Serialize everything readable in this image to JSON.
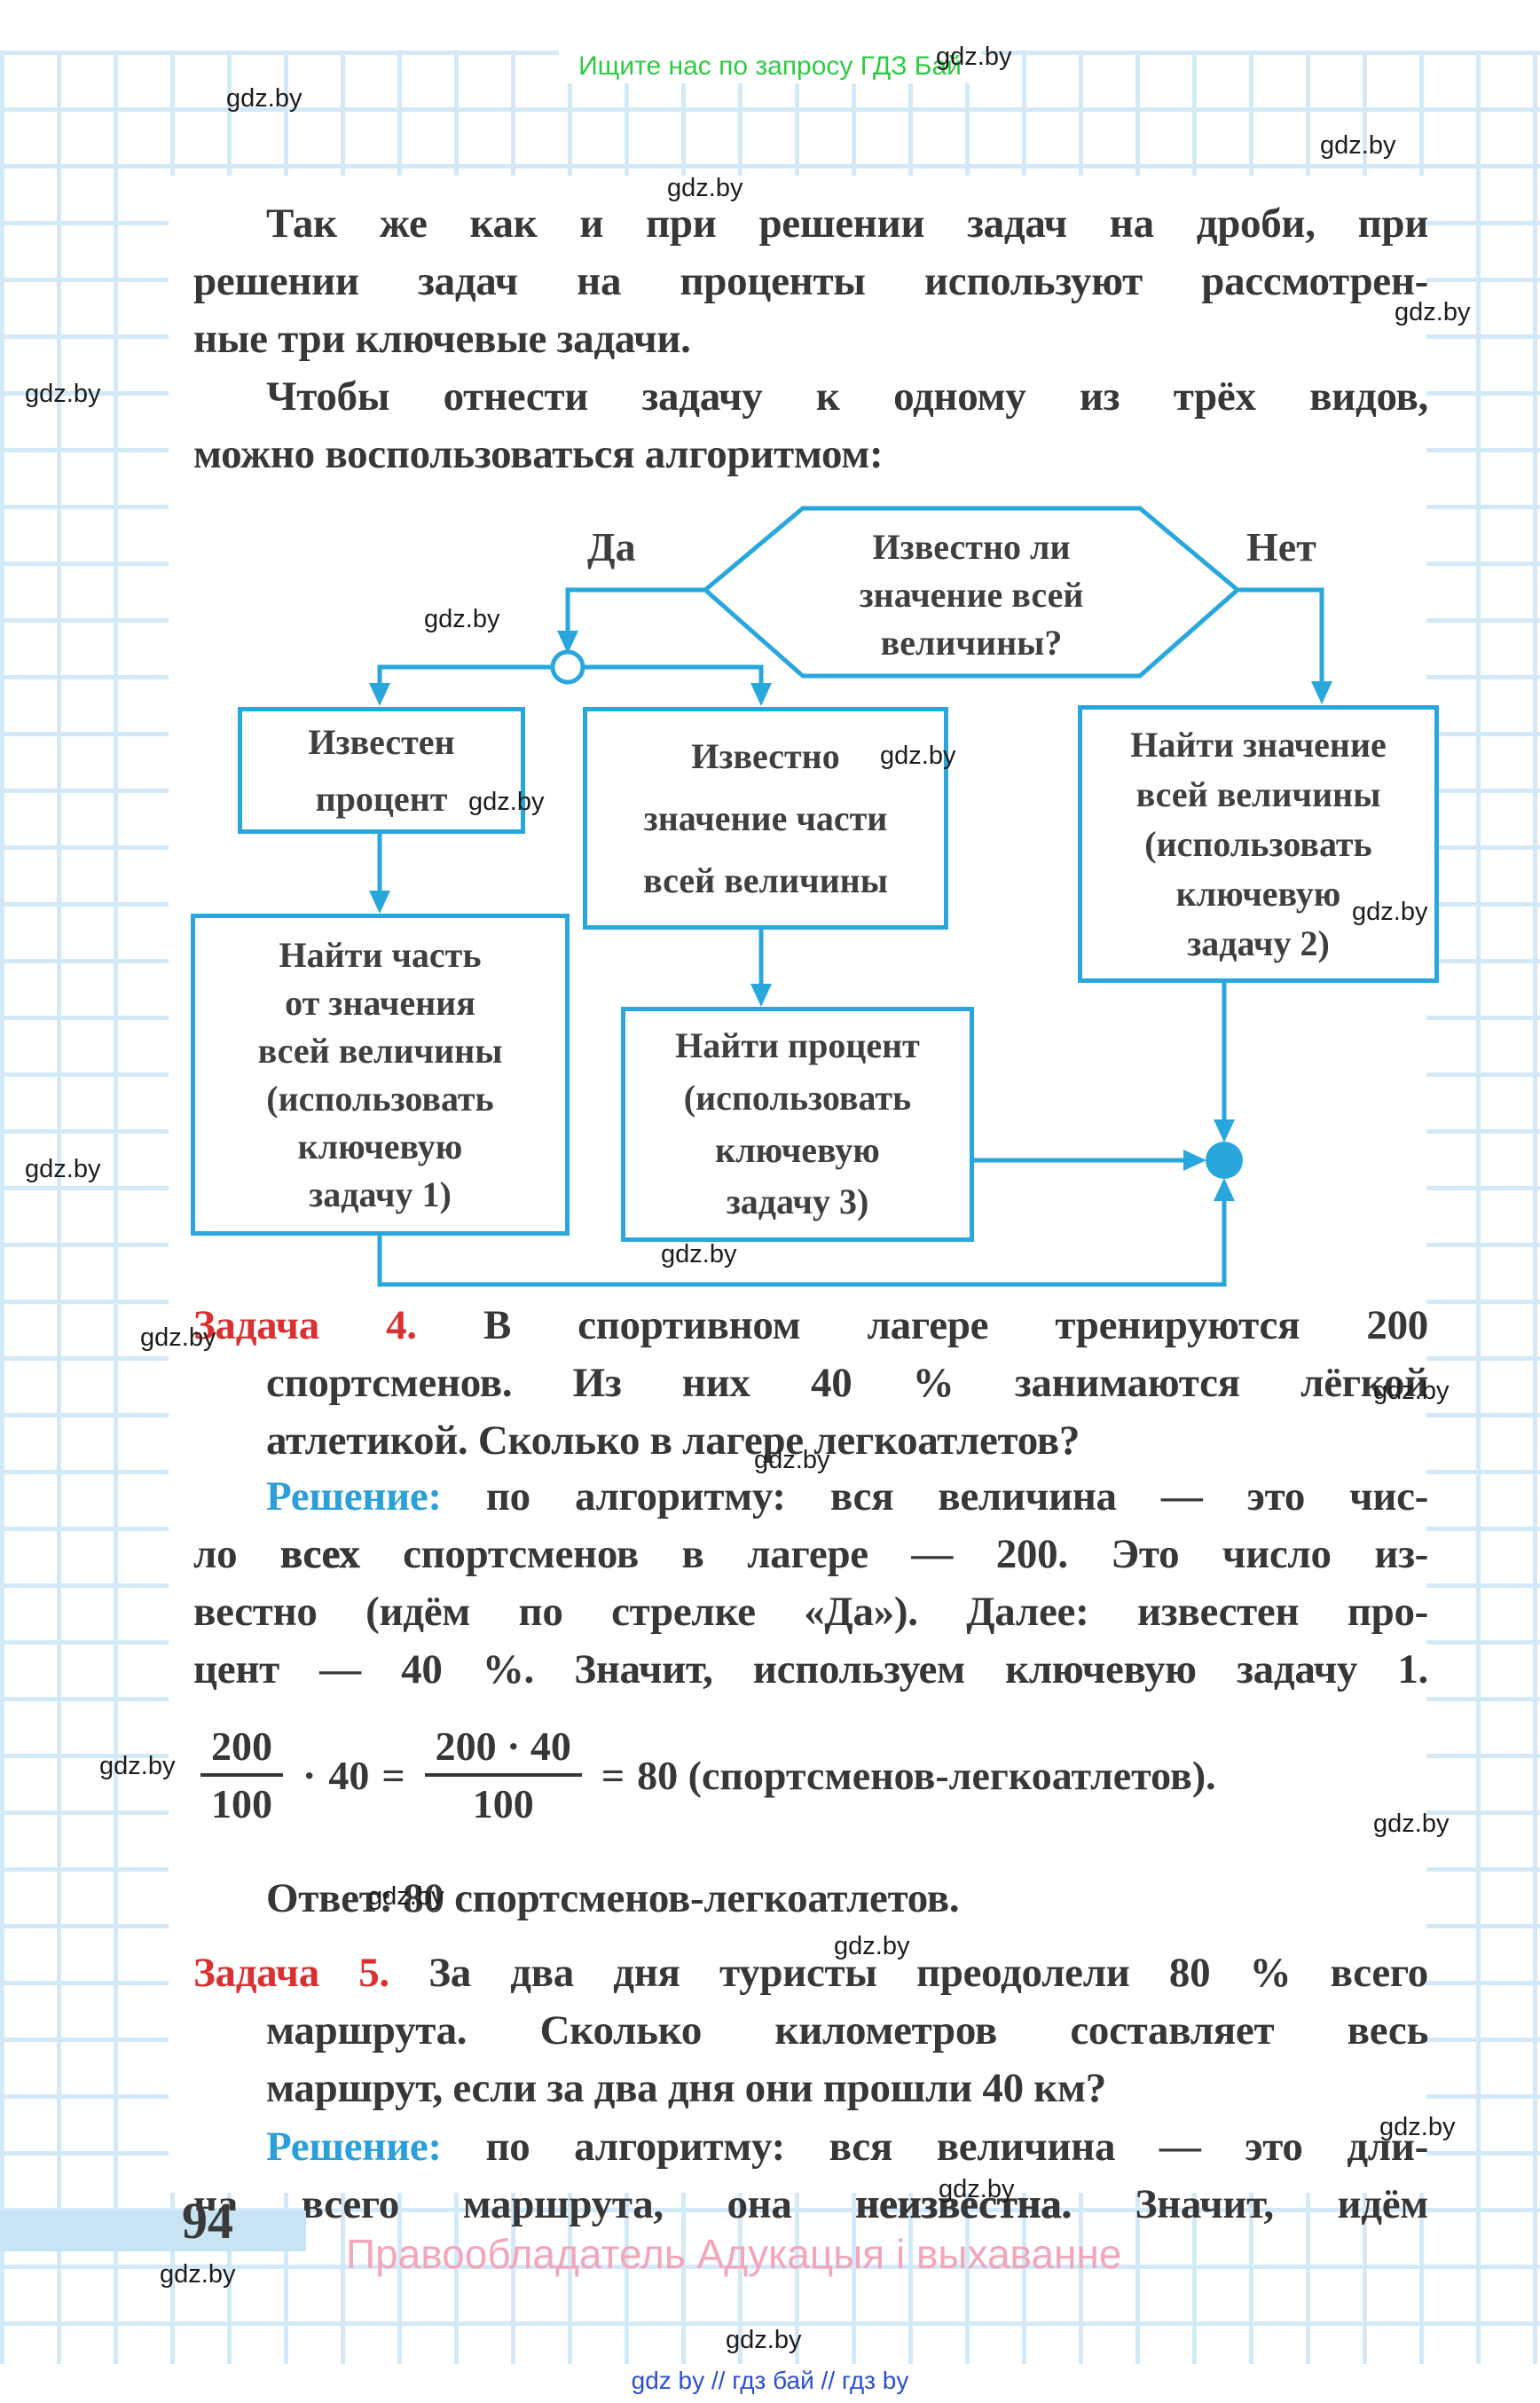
{
  "promo": {
    "text": "Ищите нас по запросу ГДЗ Бай",
    "color": "#2fca44"
  },
  "watermark_text": "gdz.by",
  "intro": {
    "l1": "Так же как и при решении задач на дроби, при",
    "l2": "решении задач на проценты используют рассмотрен-",
    "l3": "ные три ключевые задачи.",
    "l4": "Чтобы отнести задачу к одному из трёх видов,",
    "l5": "можно воспользоваться алгоритмом:"
  },
  "flowchart": {
    "accent_color": "#29a7dd",
    "yes_label": "Да",
    "no_label": "Нет",
    "decision_lines": [
      "Известно ли",
      "значение всей",
      "величины?"
    ],
    "box_known_percent_lines": [
      "Известен",
      "процент"
    ],
    "box_known_part_lines": [
      "Известно",
      "значение части",
      "всей величины"
    ],
    "box_find_whole_lines": [
      "Найти значение",
      "всей величины",
      "(использовать",
      "ключевую",
      "задачу 2)"
    ],
    "box_find_part_lines": [
      "Найти часть",
      "от значения",
      "всей величины",
      "(использовать",
      "ключевую",
      "задачу 1)"
    ],
    "box_find_percent_lines": [
      "Найти процент",
      "(использовать",
      "ключевую",
      "задачу 3)"
    ]
  },
  "task4": {
    "label": "Задача 4.",
    "l1_rest": "В спортивном лагере тренируются 200",
    "l2": "спортсменов. Из них 40 % занимаются лёгкой",
    "l3": "атлетикой. Сколько в лагере легкоатлетов?",
    "solution_label": "Решение:",
    "sol_l1_rest": "по алгоритму: вся величина — это чис-",
    "sol_l2_a": "ло",
    "sol_l2_b": "всех",
    "sol_l2_c": "спортсменов в лагере — 200. Это число из-",
    "sol_l3": "вестно (идём по стрелке «Да»). Далее: известен про-",
    "sol_l4": "цент — 40 %. Значит, используем ключевую задачу 1.",
    "formula": {
      "f1_num": "200",
      "f1_den": "100",
      "times": "·",
      "factor": "40",
      "eq1": "=",
      "f2_num": "200 · 40",
      "f2_den": "100",
      "eq2": "=",
      "result": "80 (спортсменов-легкоатлетов)."
    },
    "answer": "Ответ: 80 спортсменов-легкоатлетов."
  },
  "task5": {
    "label": "Задача 5.",
    "l1_rest": "За два дня туристы преодолели 80 % всего",
    "l2": "маршрута. Сколько километров составляет весь",
    "l3": "маршрут, если за два дня они прошли 40 км?",
    "solution_label": "Решение:",
    "sol_l1_rest": "по алгоритму: вся величина — это дли-",
    "sol_l2_a": "на всего маршрута, она",
    "sol_l2_b": "неизвестна.",
    "sol_l2_c": "Значит, идём"
  },
  "footer": {
    "page_number": "94",
    "copyright": "Правообладатель Адукацыя і выхаванне",
    "links": "gdz by  //  гдз бай  //  гдз by"
  }
}
